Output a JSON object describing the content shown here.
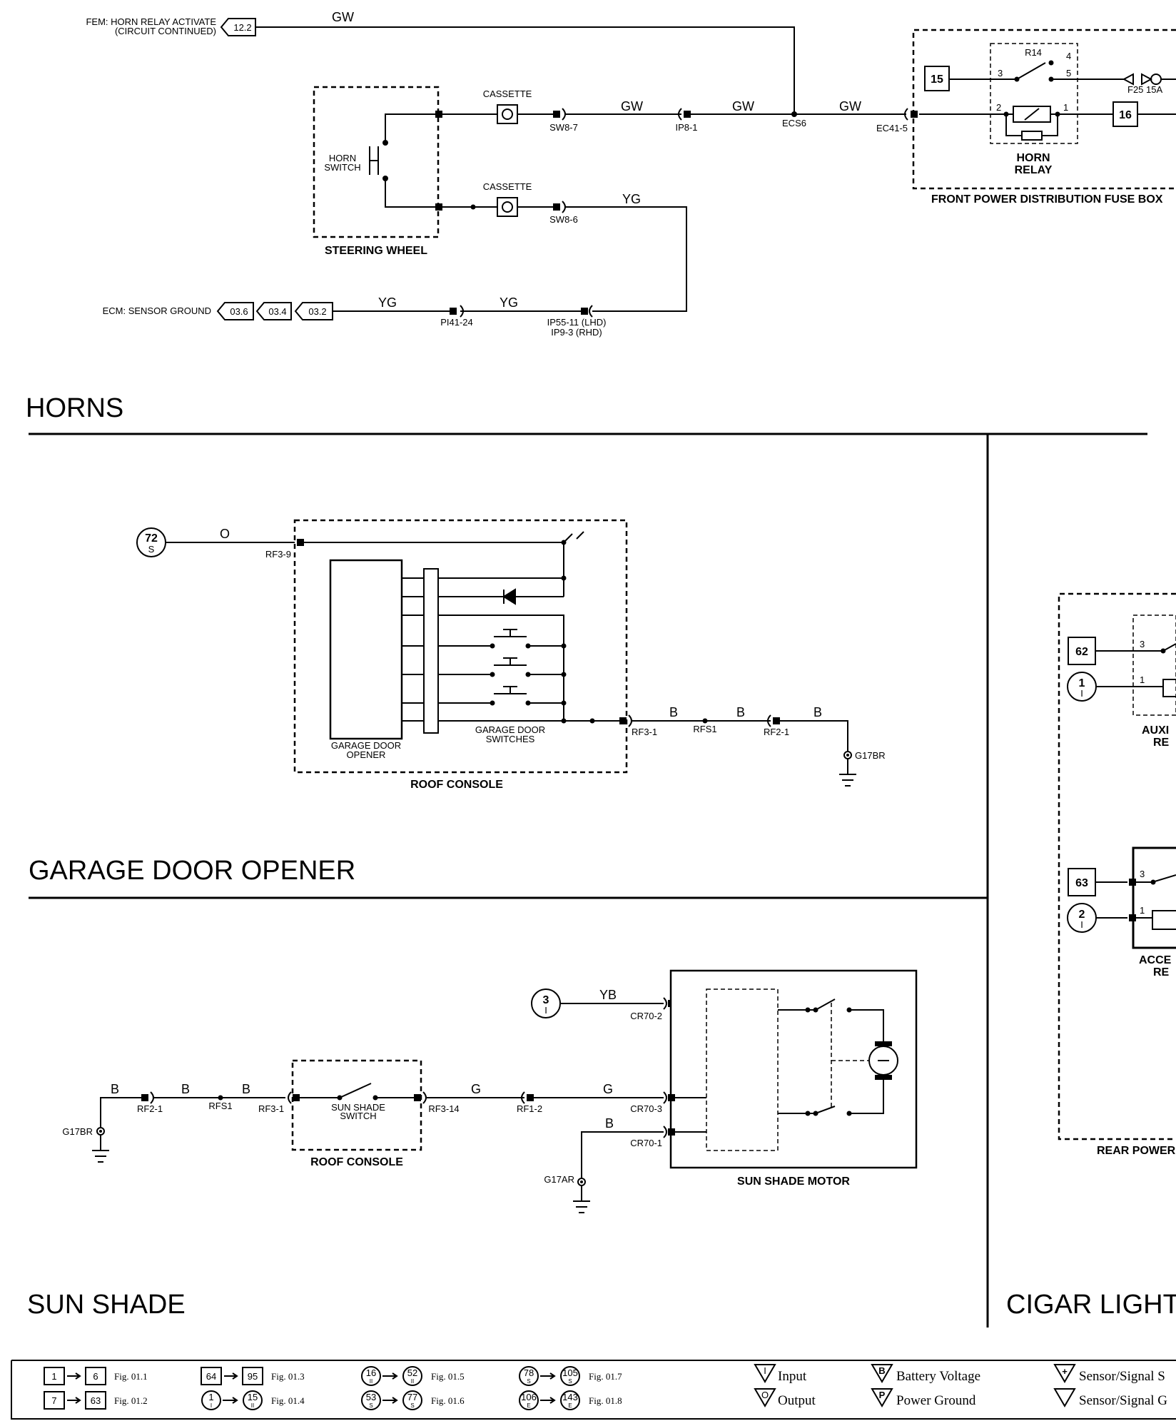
{
  "sections": {
    "horns": "HORNS",
    "garage": "GARAGE DOOR OPENER",
    "sunshade": "SUN SHADE",
    "cigar": "CIGAR LIGHT"
  },
  "horns": {
    "fem_ref_line1": "FEM: HORN RELAY ACTIVATE",
    "fem_ref_line2": "(CIRCUIT CONTINUED)",
    "fem_ref_num": "12.2",
    "ecm_ref": "ECM: SENSOR GROUND",
    "ecm_refs": [
      "03.6",
      "03.4",
      "03.2"
    ],
    "steering_wheel": "STEERING WHEEL",
    "horn_switch_1": "HORN",
    "horn_switch_2": "SWITCH",
    "cassette": "CASSETTE",
    "wires": {
      "gw": "GW",
      "yg": "YG"
    },
    "connectors": {
      "sw8_7": "SW8-7",
      "sw8_6": "SW8-6",
      "ip8_1": "IP8-1",
      "ecs6": "ECS6",
      "ec41_5": "EC41-5",
      "pi41_24": "PI41-24",
      "ip55_11": "IP55-11 (LHD)",
      "ip9_3": "IP9-3 (RHD)"
    },
    "relay_id": "R14",
    "relay_1": "HORN",
    "relay_2": "RELAY",
    "fuse": "F25 15A",
    "box15": "15",
    "box16": "16",
    "pins": [
      "3",
      "4",
      "5",
      "2",
      "1"
    ],
    "fuse_box": "FRONT POWER DISTRIBUTION FUSE BOX"
  },
  "garage": {
    "ref": "72",
    "ref_sub": "S",
    "wire_o": "O",
    "wire_b": "B",
    "rf3_9": "RF3-9",
    "rf3_1": "RF3-1",
    "rfs1": "RFS1",
    "rf2_1": "RF2-1",
    "g17br": "G17BR",
    "opener_1": "GARAGE DOOR",
    "opener_2": "OPENER",
    "switches_1": "GARAGE DOOR",
    "switches_2": "SWITCHES",
    "console": "ROOF CONSOLE"
  },
  "sunshade": {
    "ref": "3",
    "ref_sub": "I",
    "wire_yb": "YB",
    "wire_b": "B",
    "wire_g": "G",
    "cr70_2": "CR70-2",
    "cr70_3": "CR70-3",
    "cr70_1": "CR70-1",
    "rf2_1": "RF2-1",
    "rfs1": "RFS1",
    "rf3_1": "RF3-1",
    "rf3_14": "RF3-14",
    "rf1_2": "RF1-2",
    "g17br": "G17BR",
    "g17ar": "G17AR",
    "switch_1": "SUN SHADE",
    "switch_2": "SWITCH",
    "console": "ROOF CONSOLE",
    "motor": "SUN SHADE MOTOR"
  },
  "cigar": {
    "box62": "62",
    "box63": "63",
    "c1": "1",
    "c2": "2",
    "c_sub": "I",
    "pin3": "3",
    "pin1": "1",
    "aux_1": "AUXI",
    "aux_2": "RE",
    "acc_1": "ACCE",
    "acc_2": "RE",
    "rear": "REAR POWER"
  },
  "legend": {
    "rows": [
      {
        "a": "1",
        "b": "6",
        "fig": "Fig. 01.1"
      },
      {
        "a": "7",
        "b": "63",
        "fig": "Fig. 01.2"
      },
      {
        "a": "64",
        "b": "95",
        "fig": "Fig. 01.3"
      },
      {
        "a": "1",
        "b": "15",
        "fig": "Fig. 01.4",
        "sa": "I",
        "sb": "II"
      },
      {
        "a": "16",
        "b": "52",
        "fig": "Fig. 01.5",
        "sa": "II",
        "sb": "II"
      },
      {
        "a": "53",
        "b": "77",
        "fig": "Fig. 01.6",
        "sa": "S",
        "sb": "S"
      },
      {
        "a": "78",
        "b": "105",
        "fig": "Fig. 01.7",
        "sa": "S",
        "sb": "S"
      },
      {
        "a": "106",
        "b": "143",
        "fig": "Fig. 01.8",
        "sa": "E",
        "sb": "E"
      }
    ],
    "input": "Input",
    "input_sym": "I",
    "output": "Output",
    "output_sym": "O",
    "battery": "Battery Voltage",
    "battery_sym": "B",
    "ground": "Power Ground",
    "ground_sym": "P",
    "sensor_pos": "Sensor/Signal S",
    "sensor_neg": "Sensor/Signal G",
    "plus_sym": "+"
  }
}
